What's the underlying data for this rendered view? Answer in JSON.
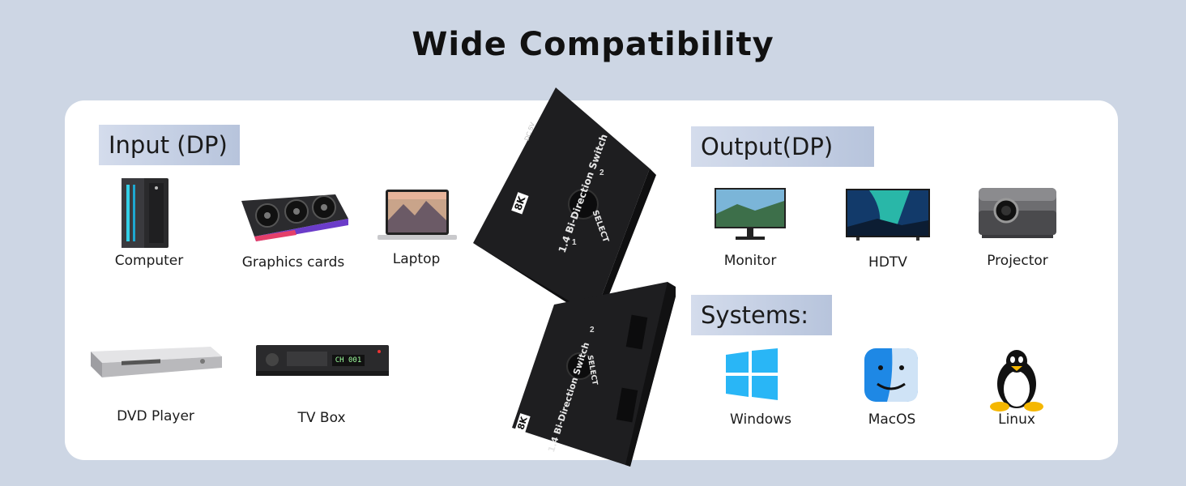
{
  "title": "Wide Compatibility",
  "input": {
    "label": "Input (DP)",
    "devices": [
      {
        "name": "Computer",
        "icon": "computer-tower-icon"
      },
      {
        "name": "Graphics cards",
        "icon": "graphics-card-icon"
      },
      {
        "name": "Laptop",
        "icon": "laptop-icon"
      },
      {
        "name": "DVD Player",
        "icon": "dvd-player-icon"
      },
      {
        "name": "TV  Box",
        "icon": "tv-box-icon"
      }
    ]
  },
  "output": {
    "label": "Output(DP)",
    "devices": [
      {
        "name": "Monitor",
        "icon": "monitor-icon"
      },
      {
        "name": "HDTV",
        "icon": "hdtv-icon"
      },
      {
        "name": "Projector",
        "icon": "projector-icon"
      }
    ]
  },
  "systems": {
    "label": "Systems:",
    "items": [
      {
        "name": "Windows",
        "icon": "windows-logo-icon"
      },
      {
        "name": "MacOS",
        "icon": "macos-finder-icon"
      },
      {
        "name": "Linux",
        "icon": "linux-tux-icon"
      }
    ]
  },
  "product": {
    "text": "1.4 Bi-Direction Switch",
    "badge": "8K",
    "button": "SELECT",
    "port1": "1",
    "port2": "2",
    "dc_label": "DC 5V"
  },
  "tv_box_display": "CH 001",
  "colors": {
    "background": "#cdd6e4",
    "panel": "#ffffff",
    "tag_gradient": [
      "#d4dcec",
      "#b7c4dc"
    ],
    "device_body": "#1c1c1e"
  }
}
